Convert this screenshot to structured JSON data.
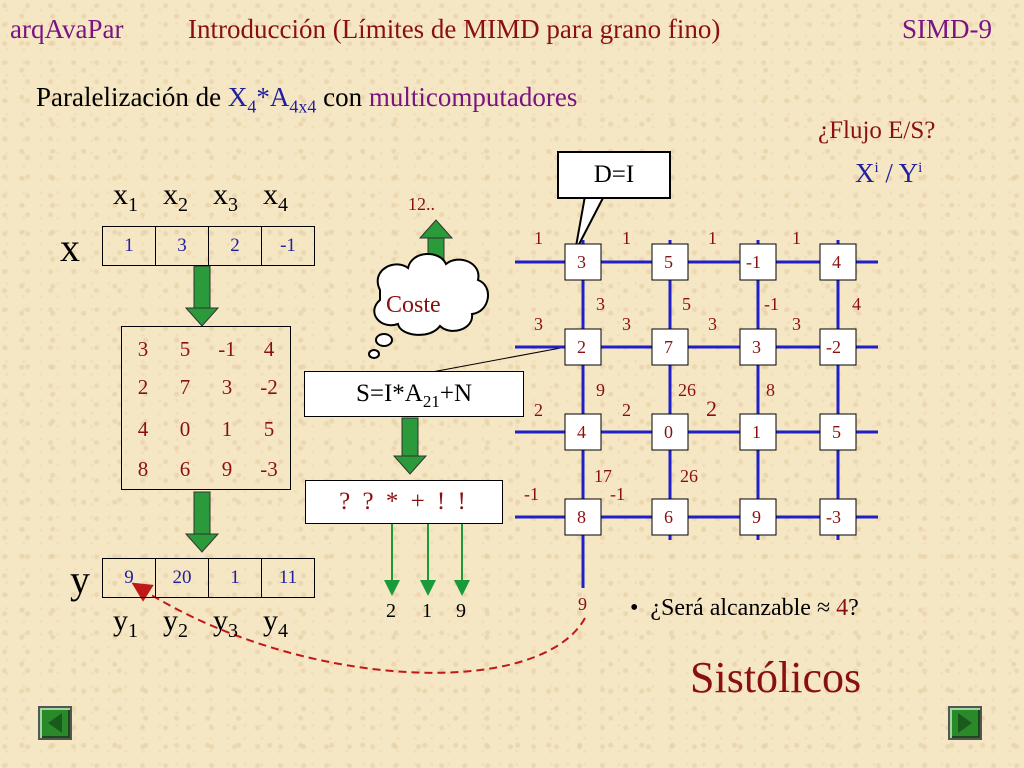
{
  "header": {
    "left": "arqAvaPar",
    "center": "Introducción (Límites de MIMD para grano fino)",
    "right": "SIMD-9"
  },
  "subtitle": {
    "prefix": "Paralelización de ",
    "X": "X",
    "X_sub": "4",
    "times": "*A",
    "A_sub": "4x4",
    "con": " con ",
    "suffix": "multicomputadores"
  },
  "question_io": "¿Flujo E/S?",
  "xy_label": {
    "X": "X",
    "i1": "i",
    "sep": " / ",
    "Y": "Y",
    "i2": "i"
  },
  "x_vector": {
    "name": "x",
    "labels": [
      {
        "b": "x",
        "s": "1"
      },
      {
        "b": "x",
        "s": "2"
      },
      {
        "b": "x",
        "s": "3"
      },
      {
        "b": "x",
        "s": "4"
      }
    ],
    "values": [
      "1",
      "3",
      "2",
      "-1"
    ]
  },
  "matrix_rows": [
    [
      "3",
      "5",
      "-1",
      "4"
    ],
    [
      "2",
      "7",
      "3",
      "-2"
    ],
    [
      "4",
      "0",
      "1",
      "5"
    ],
    [
      "8",
      "6",
      "9",
      "-3"
    ]
  ],
  "y_vector": {
    "name": "y",
    "labels": [
      {
        "b": "y",
        "s": "1"
      },
      {
        "b": "y",
        "s": "2"
      },
      {
        "b": "y",
        "s": "3"
      },
      {
        "b": "y",
        "s": "4"
      }
    ],
    "values": [
      "9",
      "20",
      "1",
      "11"
    ]
  },
  "output_top": "12..",
  "cloud_label": "Coste",
  "op_formula": {
    "pre": "S=I*A",
    "sub": "21",
    "post": "+N"
  },
  "op_sequence": "? ? * + ! !",
  "outputs_bottom": [
    "2",
    "1",
    "9"
  ],
  "callout": "D=I",
  "mesh": {
    "top_inputs": [
      "1",
      "1",
      "1",
      "1"
    ],
    "left_inputs": [
      "3",
      "2",
      "-1"
    ],
    "nodes": [
      [
        "3",
        "5",
        "-1",
        "4"
      ],
      [
        "2",
        "7",
        "3",
        "-2"
      ],
      [
        "4",
        "0",
        "1",
        "5"
      ],
      [
        "8",
        "6",
        "9",
        "-3"
      ]
    ],
    "between_row1_2": [
      "3",
      "5",
      "-1",
      "4"
    ],
    "between_row1_2_left": [
      "3",
      "3",
      "3",
      "3"
    ],
    "between_row2_3": [
      "9",
      "26",
      "8"
    ],
    "between_row2_3_left": [
      "2",
      "2",
      "2"
    ],
    "between_row3_4": [
      "17",
      "26"
    ],
    "between_row3_4_left": [
      "-1"
    ],
    "bottom_output": "9"
  },
  "bullet": {
    "text": "¿Será alcanzable ",
    "approx": "≈",
    "num": " 4",
    "end": "?"
  },
  "big_title": "Sistólicos",
  "nav": {
    "prev_icon": "prev-arrow-icon",
    "next_icon": "next-arrow-icon"
  },
  "colors": {
    "purple": "#7a1480",
    "red": "#8a1010",
    "blue": "#2020a0",
    "green": "#2a9a3a"
  }
}
